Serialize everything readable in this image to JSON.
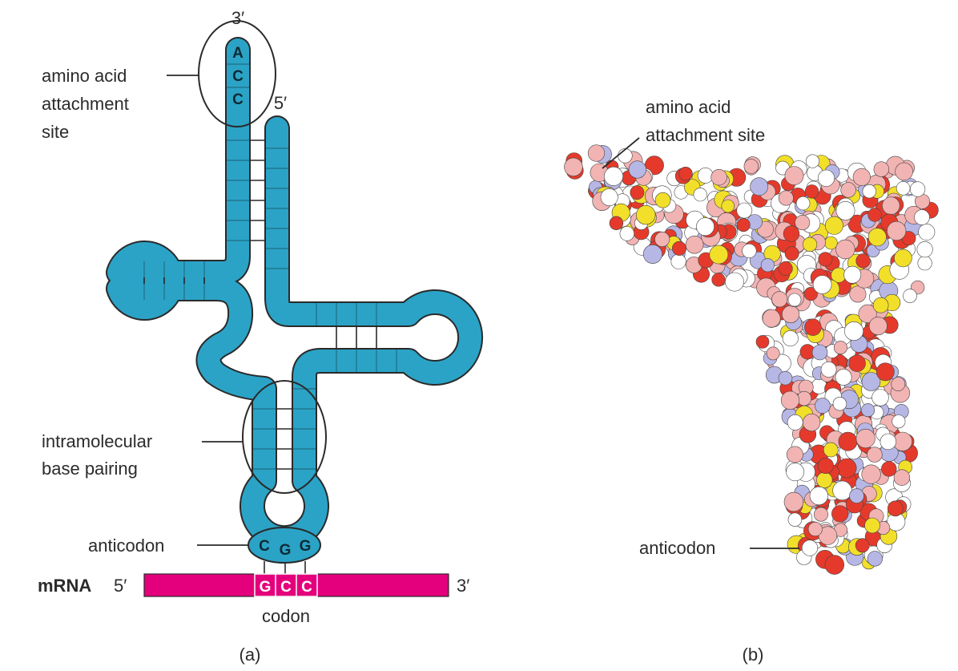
{
  "panel_a": {
    "caption": "(a)",
    "label_three_prime_top": "3′",
    "label_five_prime_top": "5′",
    "acceptor_bases": [
      "A",
      "C",
      "C"
    ],
    "label_amino_acid_site": [
      "amino acid",
      "attachment",
      "site"
    ],
    "label_intramolecular": [
      "intramolecular",
      "base pairing"
    ],
    "label_anticodon": "anticodon",
    "anticodon_bases": [
      "C",
      "G",
      "G"
    ],
    "mrna": {
      "name": "mRNA",
      "five_prime": "5′",
      "three_prime": "3′",
      "codon_bases": [
        "G",
        "C",
        "C"
      ],
      "codon_label": "codon"
    }
  },
  "panel_b": {
    "caption": "(b)",
    "label_amino_acid_site": [
      "amino acid",
      "attachment site"
    ],
    "label_anticodon": "anticodon"
  },
  "colors": {
    "trna_blue": "#2ba3c6",
    "trna_dark": "#1d6f87",
    "trna_light": "#b9dff0",
    "mrna_magenta": "#e4007c",
    "atom_red": "#e53a2b",
    "atom_yellow": "#f2df2a",
    "atom_pink": "#f2b3b3",
    "atom_lavender": "#b7b7e6",
    "atom_white": "#ffffff"
  }
}
